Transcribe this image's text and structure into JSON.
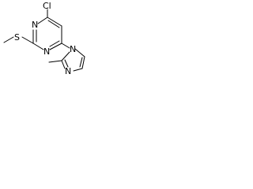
{
  "molecule": {
    "atoms": {
      "chlorine": "Cl",
      "pyrimidine_n1": "N",
      "pyrimidine_n3": "N",
      "sulfur": "S",
      "imidazole_n1": "N",
      "imidazole_n3": "N"
    },
    "colors": {
      "bond": "#000000",
      "label": "#000000",
      "background": "#ffffff"
    }
  }
}
